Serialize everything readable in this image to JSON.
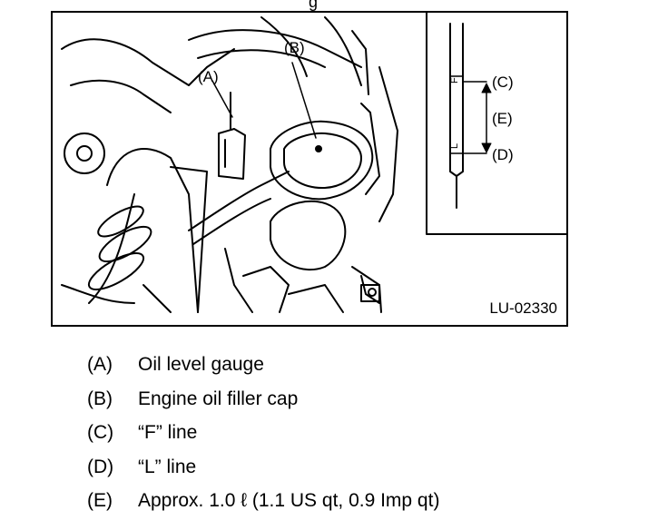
{
  "top_fragment": "g",
  "figure": {
    "id": "LU-02330",
    "labels": {
      "a": "(A)",
      "b": "(B)",
      "c": "(C)",
      "d": "(D)",
      "e": "(E)"
    },
    "dipstick_marks": {
      "f": "F",
      "l": "L"
    }
  },
  "legend": [
    {
      "key": "(A)",
      "text": "Oil level gauge"
    },
    {
      "key": "(B)",
      "text": "Engine oil filler cap"
    },
    {
      "key": "(C)",
      "text": "“F” line"
    },
    {
      "key": "(D)",
      "text": "“L” line"
    },
    {
      "key": "(E)",
      "text": "Approx. 1.0 ℓ (1.1 US qt, 0.9 Imp qt)"
    }
  ]
}
